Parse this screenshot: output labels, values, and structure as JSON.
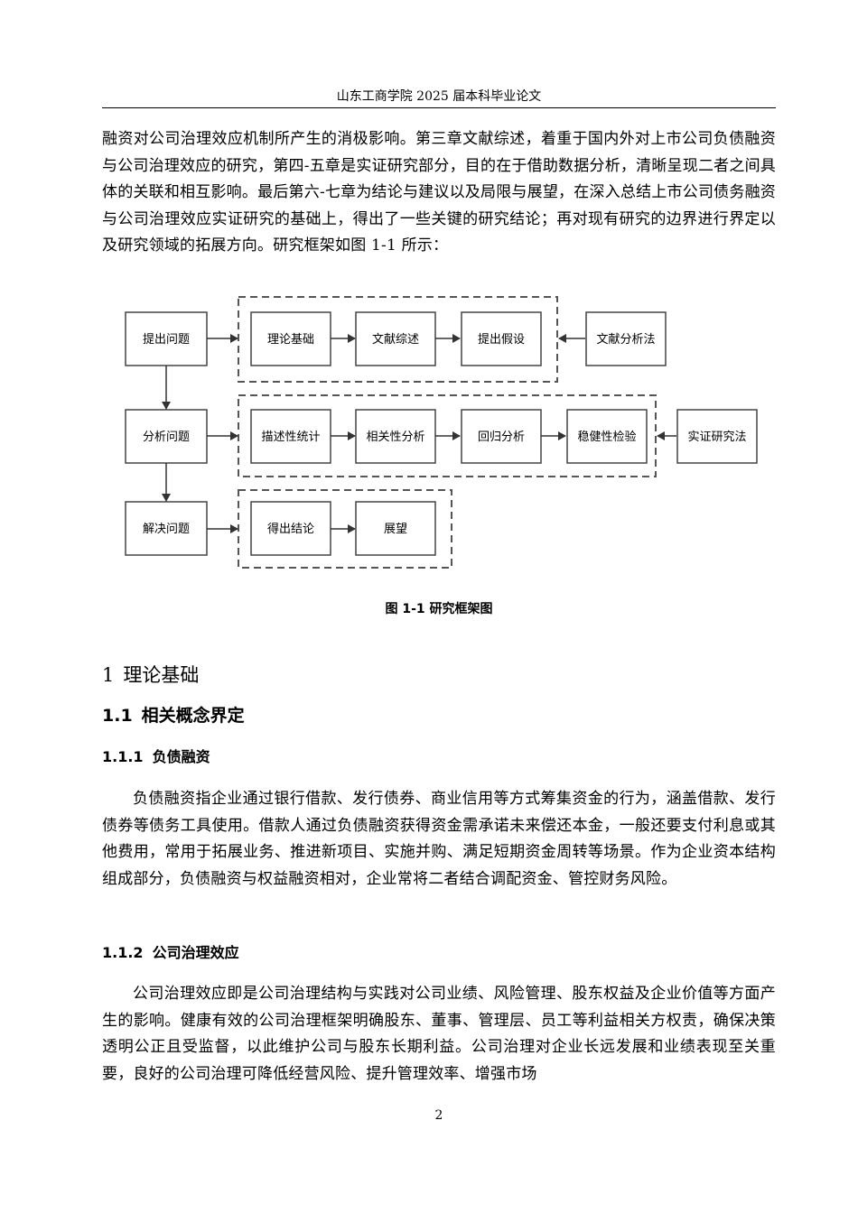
{
  "header": {
    "title": "山东工商学院 2025 届本科毕业论文"
  },
  "intro_paragraph": "融资对公司治理效应机制所产生的消极影响。第三章文献综述，着重于国内外对上市公司负债融资与公司治理效应的研究，第四-五章是实证研究部分，目的在于借助数据分析，清晰呈现二者之间具体的关联和相互影响。最后第六-七章为结论与建议以及局限与展望，在深入总结上市公司债务融资与公司治理效应实证研究的基础上，得出了一些关键的研究结论；再对现有研究的边界进行界定以及研究领域的拓展方向。研究框架如图 1-1 所示：",
  "figure": {
    "caption": "图 1-1  研究框架图",
    "stages": {
      "propose": "提出问题",
      "analyze": "分析问题",
      "solve": "解决问题"
    },
    "row1": [
      "理论基础",
      "文献综述",
      "提出假设"
    ],
    "row2": [
      "描述性统计",
      "相关性分析",
      "回归分析",
      "稳健性检验"
    ],
    "row3": [
      "得出结论",
      "展望"
    ],
    "methods": {
      "literature": "文献分析法",
      "empirical": "实证研究法"
    }
  },
  "section1": {
    "number": "1",
    "title": "理论基础"
  },
  "section1_1": {
    "number": "1.1",
    "title": "相关概念界定"
  },
  "section1_1_1": {
    "number": "1.1.1",
    "title": "负债融资",
    "body": "负债融资指企业通过银行借款、发行债券、商业信用等方式筹集资金的行为，涵盖借款、发行债券等债务工具使用。借款人通过负债融资获得资金需承诺未来偿还本金，一般还要支付利息或其他费用，常用于拓展业务、推进新项目、实施并购、满足短期资金周转等场景。作为企业资本结构组成部分，负债融资与权益融资相对，企业常将二者结合调配资金、管控财务风险。"
  },
  "section1_1_2": {
    "number": "1.1.2",
    "title": "公司治理效应",
    "body": "公司治理效应即是公司治理结构与实践对公司业绩、风险管理、股东权益及企业价值等方面产生的影响。健康有效的公司治理框架明确股东、董事、管理层、员工等利益相关方权责，确保决策透明公正且受监督，以此维护公司与股东长期利益。公司治理对企业长远发展和业绩表现至关重要，良好的公司治理可降低经营风险、提升管理效率、增强市场"
  },
  "footer": {
    "page_number": "2"
  }
}
